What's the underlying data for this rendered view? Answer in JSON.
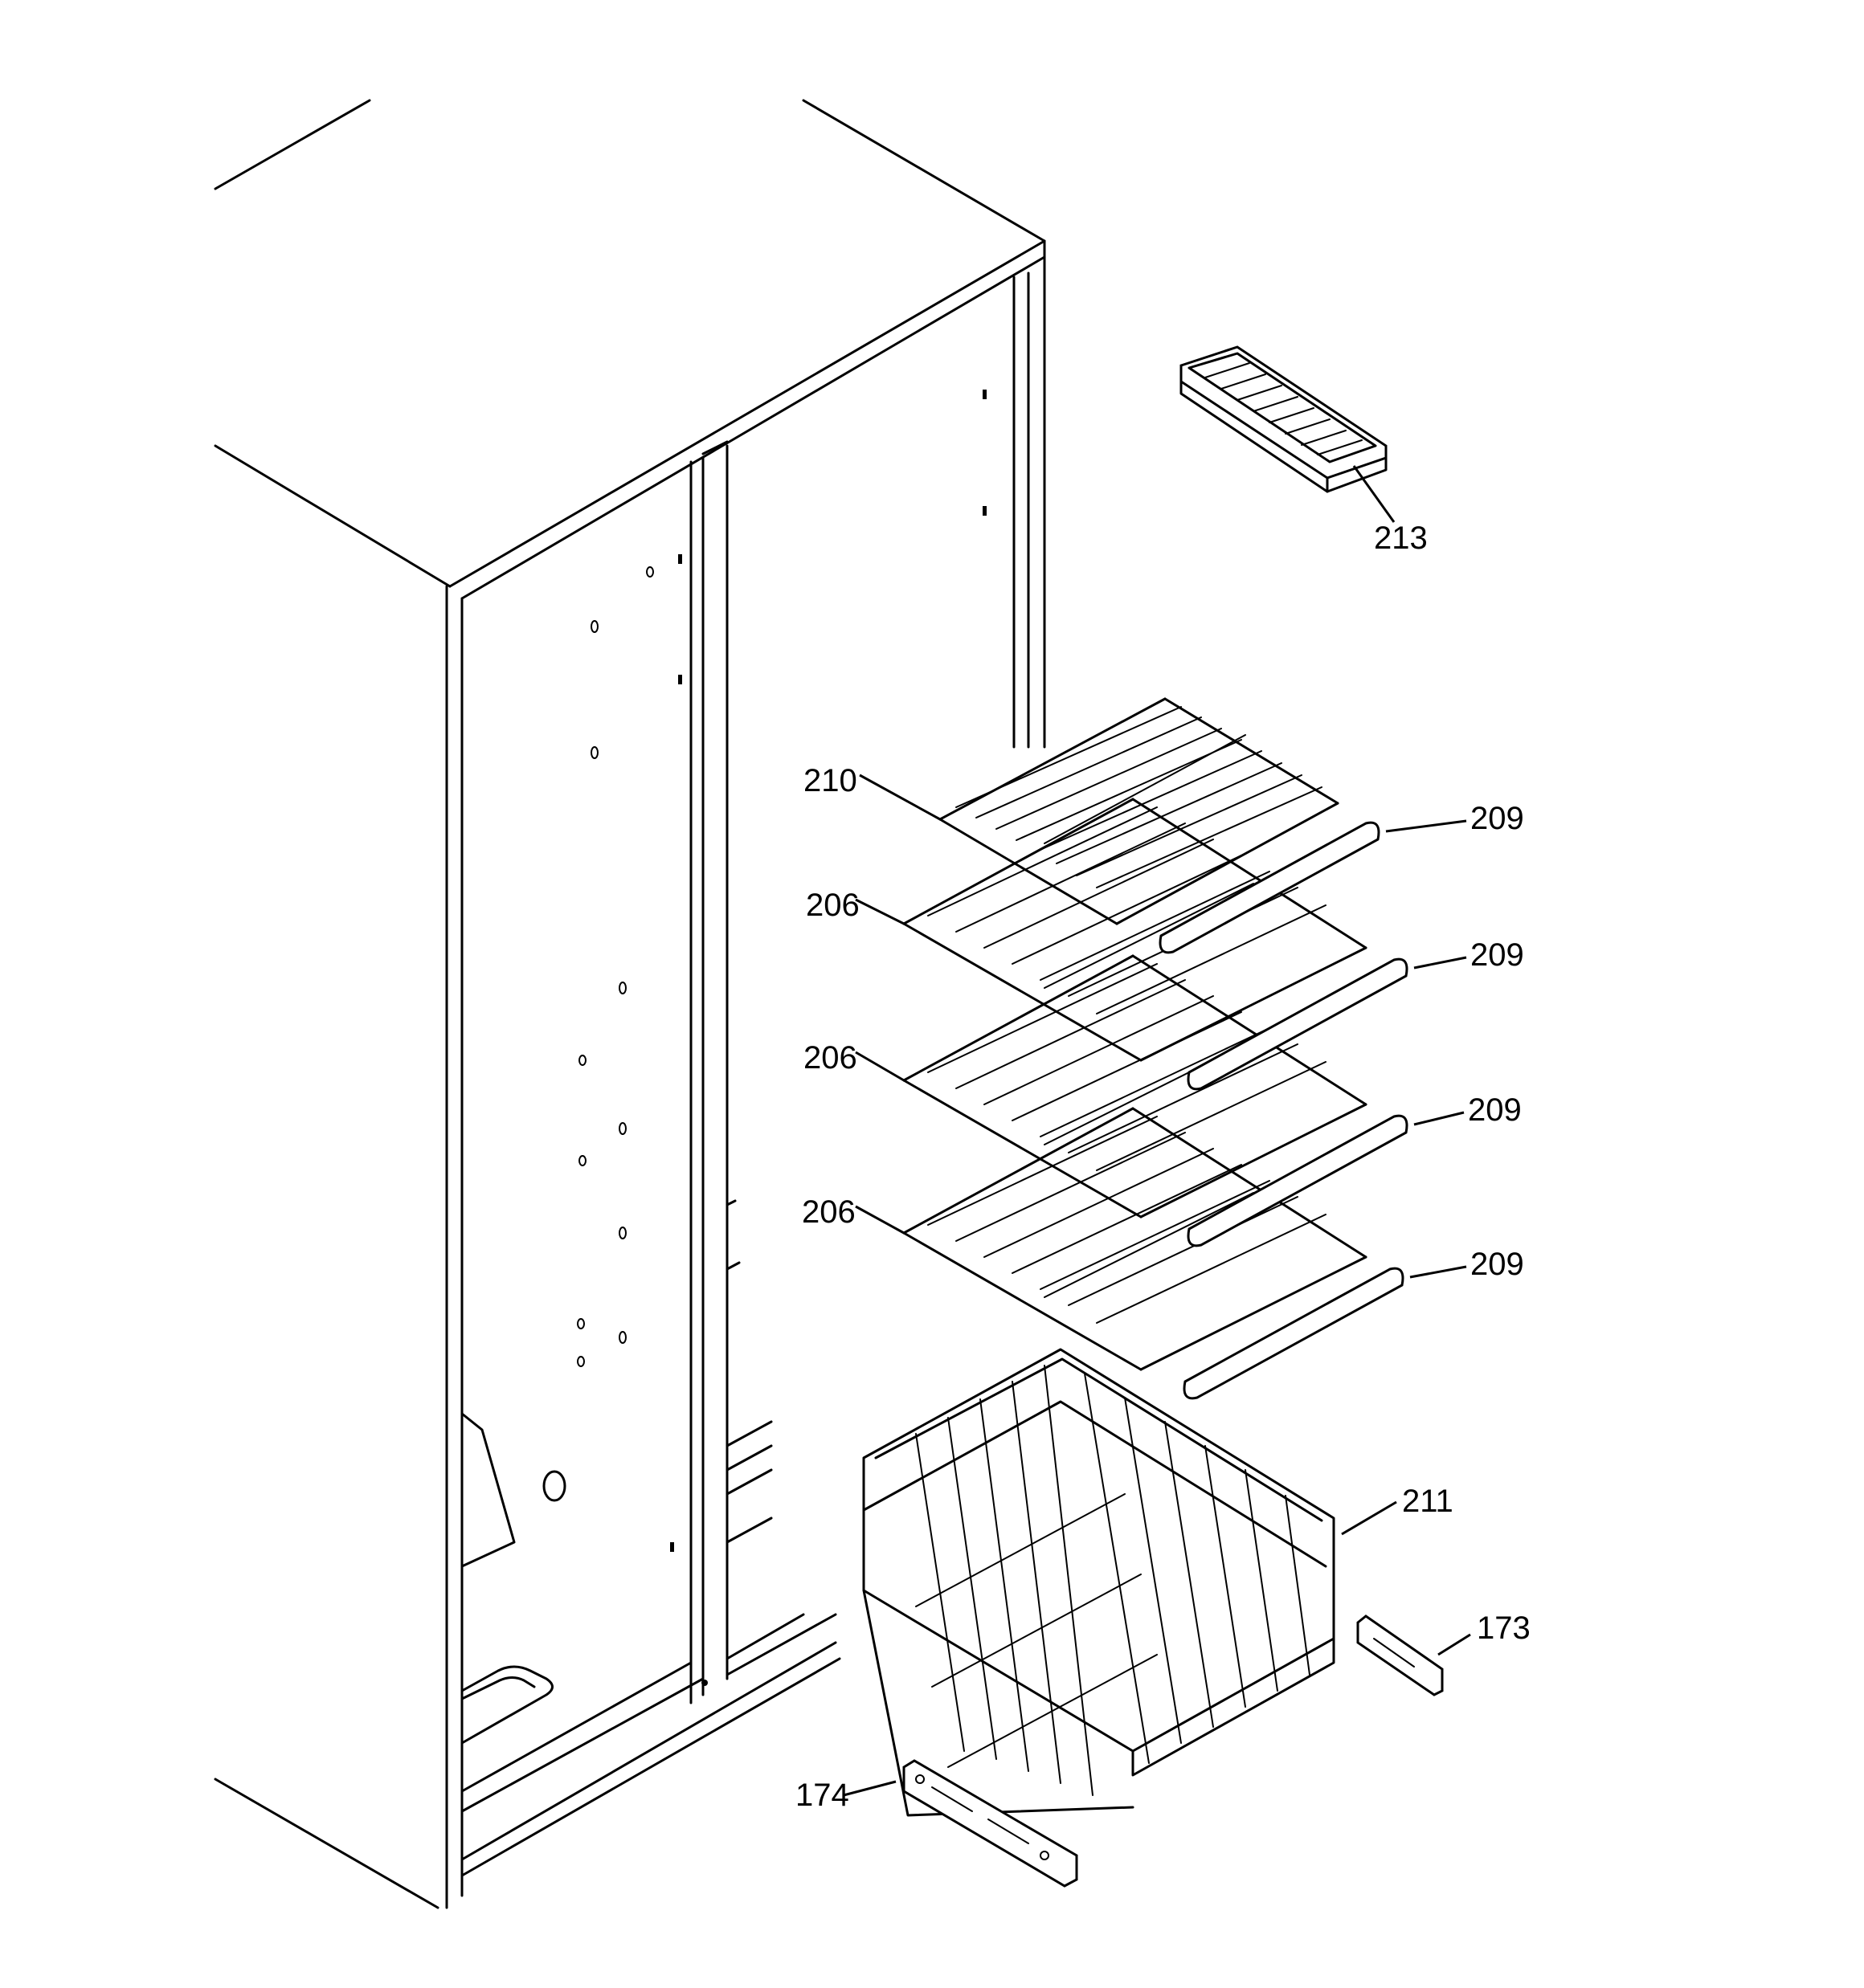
{
  "callouts": [
    {
      "id": "213",
      "text": "213"
    },
    {
      "id": "210",
      "text": "210"
    },
    {
      "id": "209a",
      "text": "209"
    },
    {
      "id": "206a",
      "text": "206"
    },
    {
      "id": "209b",
      "text": "209"
    },
    {
      "id": "206b",
      "text": "206"
    },
    {
      "id": "209c",
      "text": "209"
    },
    {
      "id": "206c",
      "text": "206"
    },
    {
      "id": "209d",
      "text": "209"
    },
    {
      "id": "211",
      "text": "211"
    },
    {
      "id": "173",
      "text": "173"
    },
    {
      "id": "174",
      "text": "174"
    }
  ]
}
